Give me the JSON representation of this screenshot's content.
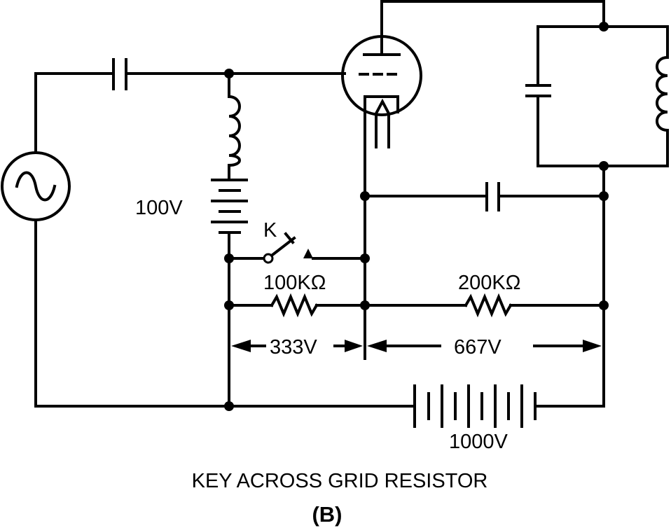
{
  "labels": {
    "battery_small": "100V",
    "key": "K",
    "resistor_grid": "100KΩ",
    "resistor_plate": "200KΩ",
    "drop_grid": "333V",
    "drop_plate": "667V",
    "battery_main": "1000V"
  },
  "caption": {
    "title": "KEY ACROSS GRID RESISTOR",
    "panel": "(B)"
  },
  "colors": {
    "ink": "#000000",
    "paper": "#ffffff"
  }
}
